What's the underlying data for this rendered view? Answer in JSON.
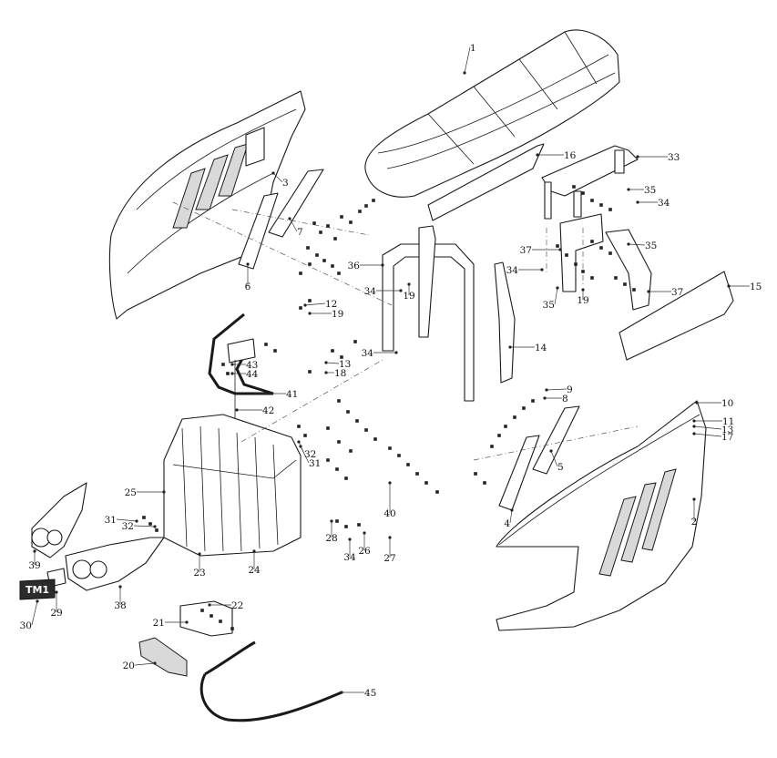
{
  "callouts": [
    "1",
    "2",
    "3",
    "4",
    "5",
    "6",
    "7",
    "8",
    "9",
    "10",
    "11",
    "12",
    "13",
    "13",
    "14",
    "15",
    "16",
    "17",
    "18",
    "19",
    "19",
    "19",
    "20",
    "21",
    "22",
    "23",
    "24",
    "25",
    "26",
    "27",
    "28",
    "29",
    "30",
    "31",
    "31",
    "32",
    "32",
    "33",
    "34",
    "34",
    "34",
    "34",
    "34",
    "35",
    "35",
    "35",
    "36",
    "37",
    "37",
    "38",
    "39",
    "40",
    "41",
    "42",
    "43",
    "44",
    "45"
  ],
  "logo_text": "TM1"
}
